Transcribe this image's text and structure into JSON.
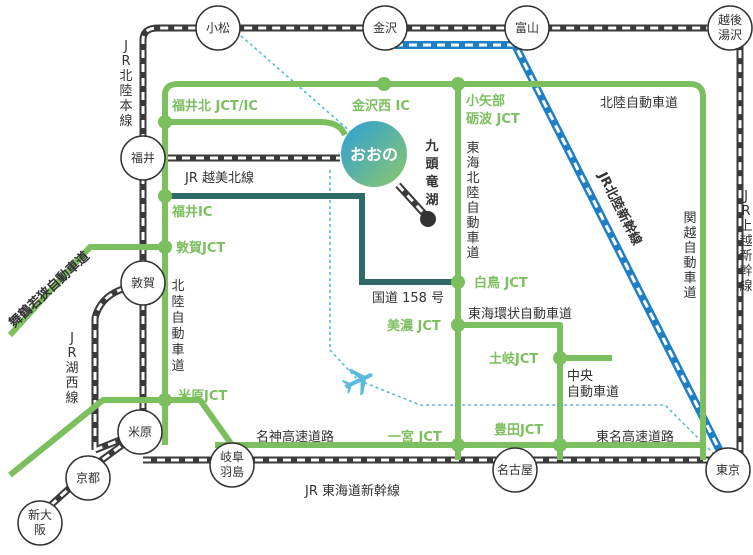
{
  "colors": {
    "highway": "#7cbf5f",
    "route158": "#2e6b68",
    "rail_dark": "#3a3a3a",
    "shinkansen": "#1f7fc4",
    "flight": "#5bb8dd",
    "text": "#333333"
  },
  "center": {
    "label": "おおの",
    "lake_label": "九頭竜湖"
  },
  "stations": {
    "komatsu": "小松",
    "kanazawa": "金沢",
    "toyama": "富山",
    "echigo_yuzawa_1": "越後",
    "echigo_yuzawa_2": "湯沢",
    "fukui": "福井",
    "tsuruga": "敦賀",
    "maibara": "米原",
    "kyoto": "京都",
    "shinosaka_1": "新大",
    "shinosaka_2": "阪",
    "gifu_hashima_1": "岐阜",
    "gifu_hashima_2": "羽島",
    "nagoya": "名古屋",
    "tokyo": "東京"
  },
  "jct": {
    "fukui_kita": "福井北 JCT/IC",
    "kanazawa_nishi": "金沢西 IC",
    "oyabe_1": "小矢部",
    "oyabe_2": "砺波 JCT",
    "fukui_ic": "福井IC",
    "tsuruga_jct": "敦賀JCT",
    "shirotori": "白鳥 JCT",
    "mino": "美濃 JCT",
    "toki": "土岐JCT",
    "maibara_jct": "米原JCT",
    "ichinomiya": "一宮 JCT",
    "toyota": "豊田JCT"
  },
  "roads": {
    "hokuriku": "北陸自動車道",
    "tokai_hokuriku": "東海北陸自動車道",
    "kanetsu": "関越自動車道",
    "maizuru": "舞鶴若狭自動車道",
    "hokuriku_left": "北陸自動車道",
    "kokudo158": "国道 158 号",
    "tokai_kanjo": "東海環状自動車道",
    "chuo_1": "中央",
    "chuo_2": "自動車道",
    "meishin": "名神高速道路",
    "tomei": "東名高速道路"
  },
  "rail_lines": {
    "etsumihoku": "JR 越美北線",
    "hokuriku_main": "JR北陸本線",
    "kosei": "JR湖西線",
    "hokuriku_shinkansen": "JR北陸新幹線",
    "joetsu_shinkansen": "JR上越新幹線",
    "tokaido_shinkansen": "JR 東海道新幹線"
  },
  "icons": {
    "airplane": "airplane-icon"
  }
}
